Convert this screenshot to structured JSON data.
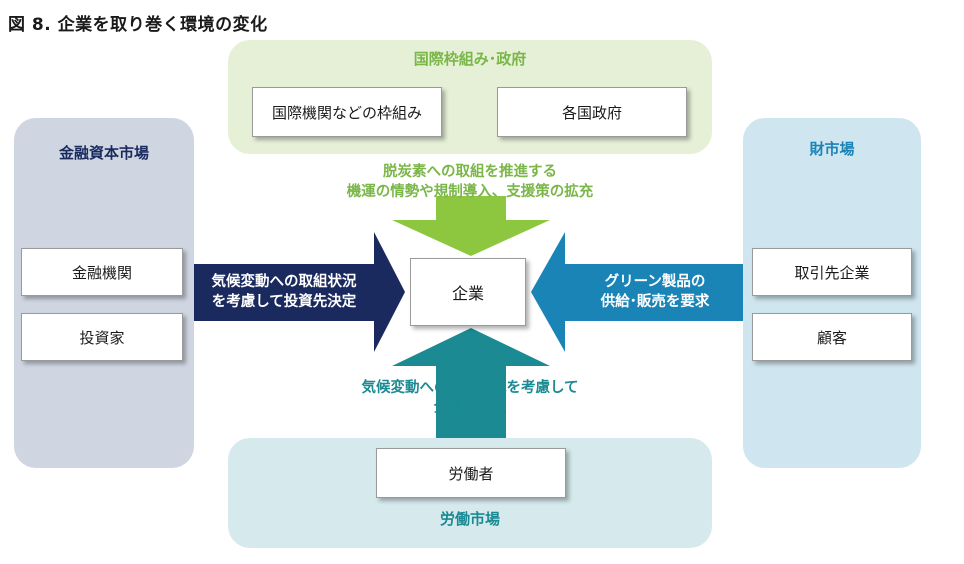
{
  "title": "図 8. 企業を取り巻く環境の変化",
  "top_panel": {
    "label": "国際枠組み･政府",
    "boxes": [
      "国際機関などの枠組み",
      "各国政府"
    ],
    "arrow_text": [
      "脱炭素への取組を推進する",
      "機運の情勢や規制導入、支援策の拡充"
    ]
  },
  "left_panel": {
    "label": "金融資本市場",
    "boxes": [
      "金融機関",
      "投資家"
    ],
    "arrow_text": [
      "気候変動への取組状況",
      "を考慮して投資先決定"
    ]
  },
  "right_panel": {
    "label": "財市場",
    "boxes": [
      "取引先企業",
      "顧客"
    ],
    "arrow_text": [
      "グリーン製品の",
      "供給･販売を要求"
    ]
  },
  "bottom_panel": {
    "label": "労働市場",
    "boxes": [
      "労働者"
    ],
    "arrow_text": [
      "気候変動への取組状況を考慮して",
      "企業を選択"
    ]
  },
  "center": {
    "label": "企業"
  },
  "colors": {
    "top_arrow": "#8dc63f",
    "left_arrow": "#1a2a5e",
    "right_arrow": "#1a84b7",
    "bottom_arrow": "#1b8a92",
    "top_label": "#7ab648",
    "left_label": "#1a2a5e",
    "right_label": "#1a84b7",
    "bottom_label": "#1b8a92"
  }
}
